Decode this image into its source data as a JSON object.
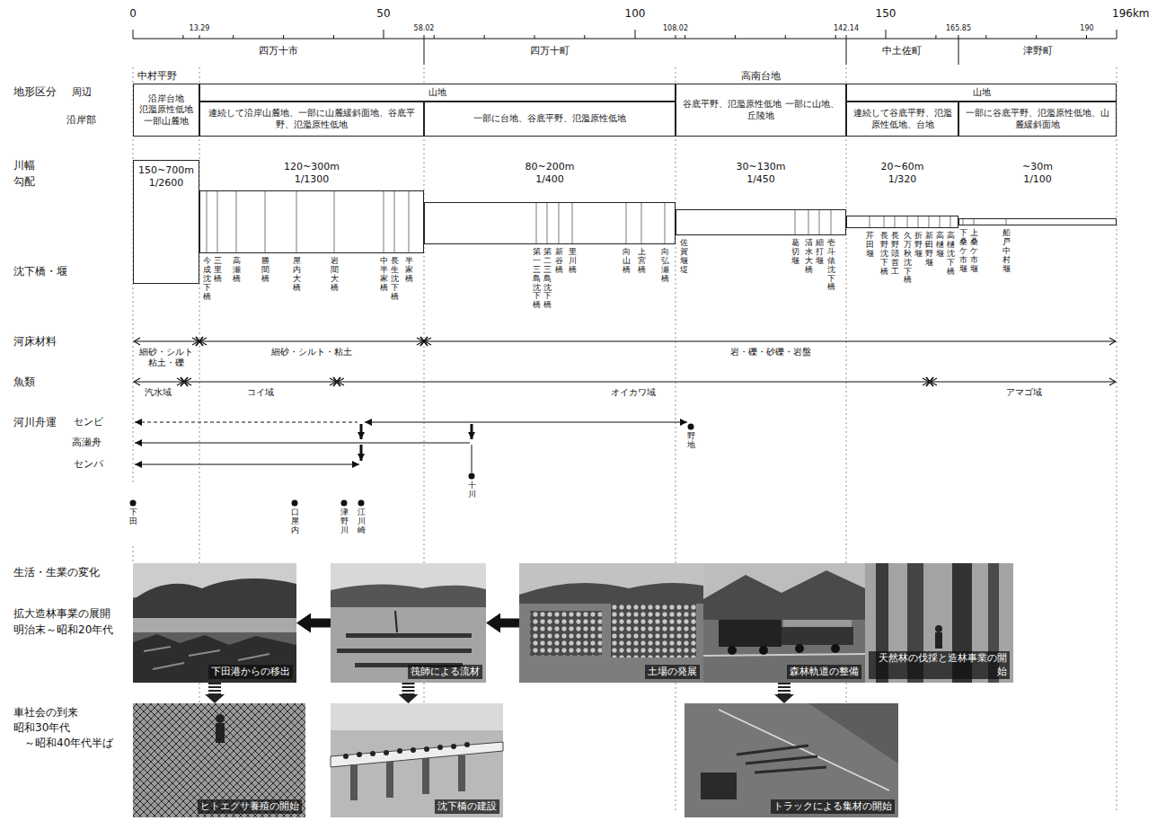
{
  "diagram": {
    "nodes": [
      {
        "text": [
          "中村平野",
          "沿岸台地 氾濫原性低地 一部山麓地"
        ]
      },
      {
        "text": [
          "山地"
        ]
      },
      {
        "text": [
          "連続して沿岸山麓地、一部に山麓緩斜面地、谷底平野、氾濫原性低地"
        ]
      },
      {
        "text": [
          "一部に台地、谷底平野、氾濫原性低地"
        ]
      },
      {
        "text": [
          "高南台地",
          "谷底平野、氾濫原性低地 一部に山地、丘陵地"
        ]
      },
      {
        "text": [
          "山地"
        ]
      },
      {
        "text": [
          "連続して谷底平野、氾濫原性低地、台地"
        ]
      },
      {
        "text": [
          "一部に谷底平野、氾濫原性低地、山麓緩斜面地"
        ]
      },
      {
        "text": [
          "150~700m",
          "1/2600"
        ]
      },
      {
        "text": [
          "120~300m",
          "1/1300"
        ]
      },
      {
        "text": [
          "80~200m",
          "1/400"
        ]
      },
      {
        "text": [
          "30~130m",
          "1/450"
        ]
      },
      {
        "text": [
          "20~60m",
          "1/320"
        ]
      },
      {
        "text": [
          "~30m",
          "1/100"
        ]
      },
      {
        "text": [
          "下田港からの移出"
        ]
      },
      {
        "text": [
          "筏師による流材"
        ]
      },
      {
        "text": [
          "土場の発展"
        ]
      },
      {
        "text": [
          "森林軌道の整備"
        ]
      },
      {
        "text": [
          "天然林の伐採と造林事業の開始"
        ]
      },
      {
        "text": [
          "ヒトエグサ養殖の開始"
        ]
      },
      {
        "text": [
          "沈下橋の建設"
        ]
      },
      {
        "text": [
          "トラックによる集材の開始"
        ]
      }
    ],
    "edges": [
      {
        "from": 16,
        "to": 15,
        "arrow": "to"
      },
      {
        "from": 15,
        "to": 14,
        "arrow": "to"
      },
      {
        "from": 14,
        "to": 19,
        "arrow": "to"
      },
      {
        "from": 15,
        "to": 20,
        "arrow": "to"
      },
      {
        "from": 17,
        "to": 21,
        "arrow": "to"
      }
    ],
    "labels": [
      "0",
      "13.29",
      "50",
      "58.02",
      "100",
      "108.02",
      "142.14",
      "150",
      "165.85",
      "190",
      "196km",
      "四万十市",
      "四万十町",
      "中土佐町",
      "津野町",
      "地形区分",
      "周辺",
      "沿岸部",
      "川幅",
      "勾配",
      "沈下橋・堰",
      "河床材料",
      "魚類",
      "河川舟運",
      "センビ",
      "高瀬舟",
      "センパ",
      "今成沈下橋",
      "三里橋",
      "高瀬橋",
      "勝間橋",
      "屋内大橋",
      "岩間大橋",
      "中半家橋",
      "長生沈下橋",
      "半家橋",
      "第一三島沈下橋",
      "第二三島沈下橋",
      "新谷橋",
      "里川橋",
      "向山橋",
      "上宮橋",
      "向弘瀬橋",
      "佐賀堰堤",
      "葛切堰",
      "清水大橋",
      "細打堰",
      "壱斗俵沈下橋",
      "芹田堰",
      "長野沈下橋",
      "長野頭首工",
      "久万秋沈下橋",
      "折野々堰",
      "新田野堰",
      "高樋堰",
      "高樋沈下橋",
      "下桑ケ市堰",
      "上桑ケ市堰",
      "船戸中村堰",
      "細砂・シルト 粘土・礫",
      "細砂・シルト・粘土",
      "岩・礫・砂礫・岩盤",
      "汽水域",
      "コイ域",
      "オイカワ域",
      "アマゴ域",
      "下田",
      "口屋内",
      "津野川",
      "江川崎",
      "十川",
      "野地",
      "生活・生業の変化",
      "拡大造林事業の展開",
      "明治末～昭和20年代",
      "車社会の到来",
      "昭和30年代",
      "～昭和40年代半ば"
    ]
  }
}
